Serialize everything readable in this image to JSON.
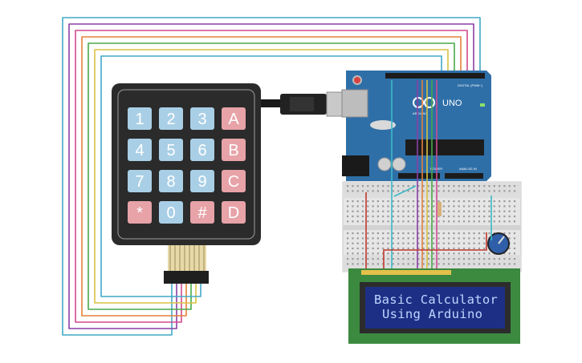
{
  "keypad": {
    "keys": [
      [
        "1",
        "2",
        "3",
        "A"
      ],
      [
        "4",
        "5",
        "6",
        "B"
      ],
      [
        "7",
        "8",
        "9",
        "C"
      ],
      [
        "*",
        "0",
        "#",
        "D"
      ]
    ],
    "colors": {
      "number": "#a9cfe6",
      "function": "#e7a3a8",
      "body": "#2b2b2b",
      "frame": "#3a3a3a"
    }
  },
  "arduino": {
    "board_model": "UNO",
    "brand": "ARDUINO",
    "digital_header": "DIGITAL (PWM~)",
    "analog_header": "ANALOG IN",
    "power_header": "POWER",
    "color": "#2f6fa8"
  },
  "lcd": {
    "line1": "Basic Calculator",
    "line2": "Using Arduino",
    "pcb_color": "#3c8a3f",
    "screen_color": "#1d2f85"
  },
  "wire_colors": [
    "#41a9c6",
    "#8b3fa6",
    "#d14a8c",
    "#e4813a",
    "#4aa84a",
    "#d8c242"
  ]
}
